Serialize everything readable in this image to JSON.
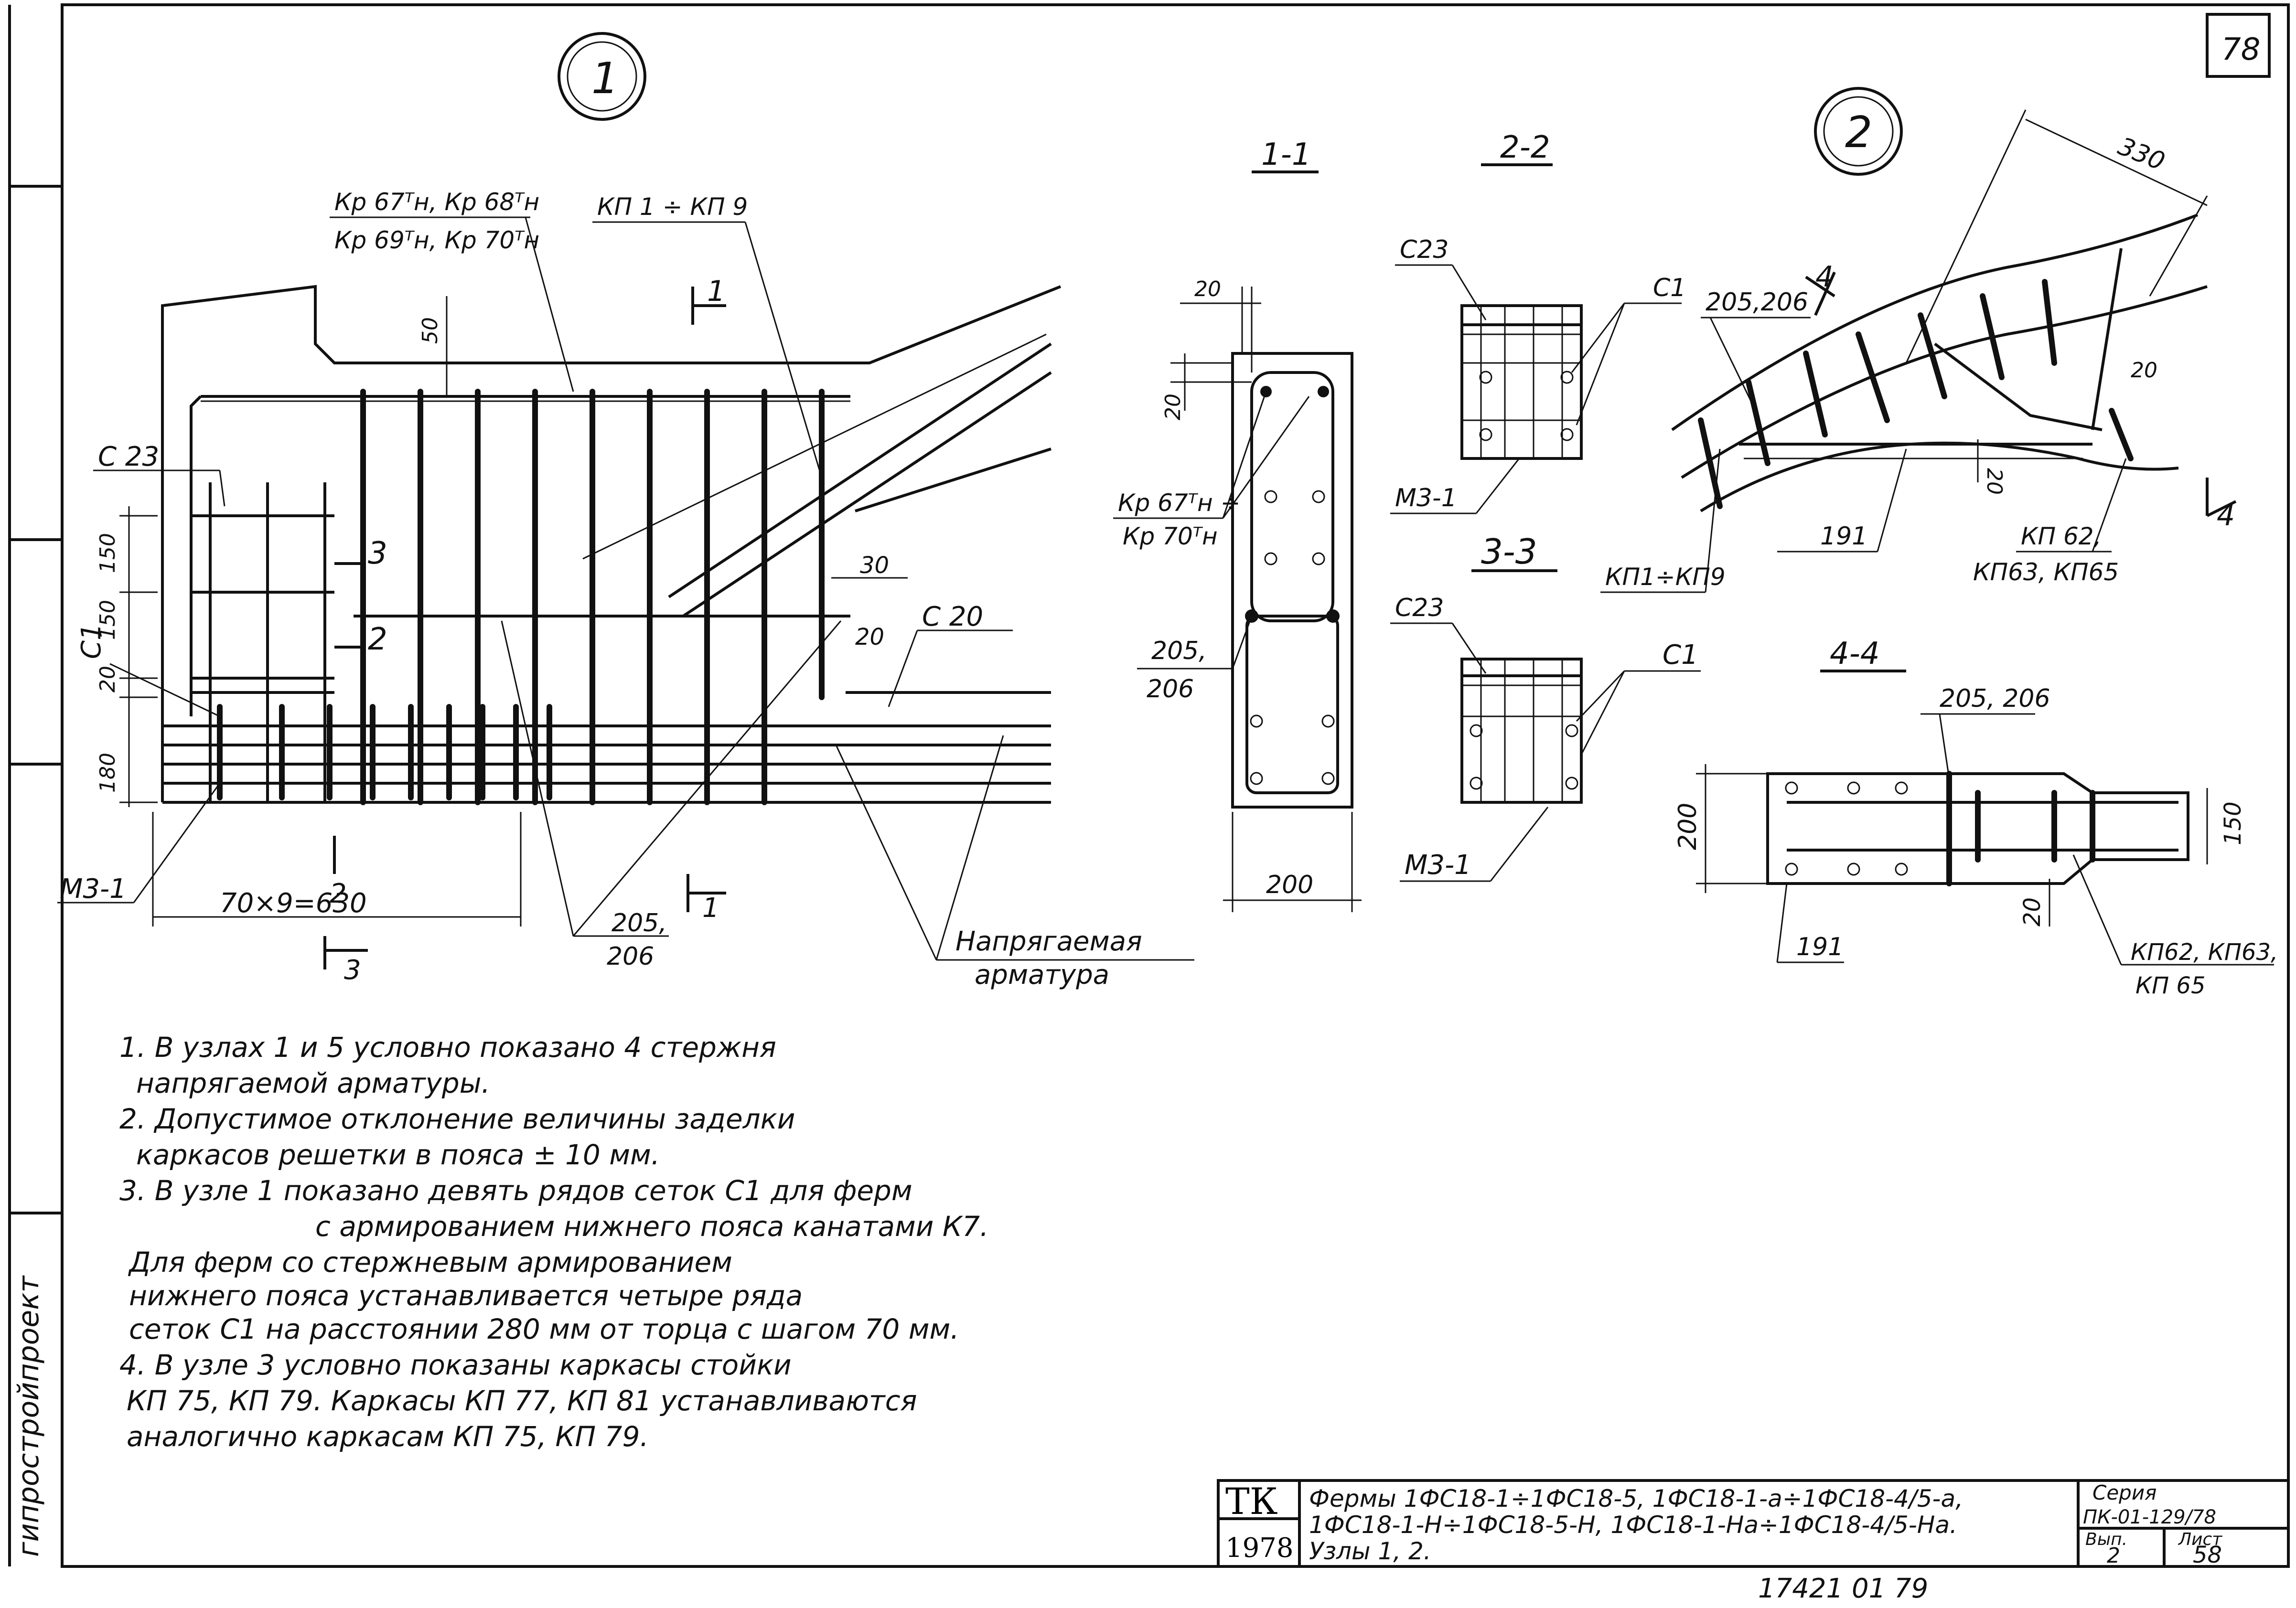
{
  "page_number": "78",
  "side_stamp": "гипростройпроект",
  "node1": {
    "circle_label": "1",
    "leader_kr": "Кр 67ᵀн, Кр 68ᵀн",
    "leader_kr2": "Кр 69ᵀн, Кр 70ᵀн",
    "leader_kp": "КП 1 ÷ КП 9",
    "dim_50": "50",
    "section_mark_1": "1",
    "c23": "С 23",
    "dim_150a": "150",
    "dim_150b": "150",
    "dim_20": "20",
    "dim_180": "180",
    "c1": "С1",
    "mark_3": "3",
    "mark_2": "2",
    "dim_30": "30",
    "c20": "С 20",
    "dim_20b": "20",
    "m3": "М3-1",
    "dim_70x9": "70×9=630",
    "cut_2": "2",
    "cut_3": "3",
    "cut_1": "1",
    "rod_205": "205,",
    "rod_206": "206",
    "prestress_1": "Напрягаемая",
    "prestress_2": "арматура"
  },
  "section_1_1": {
    "title": "1-1",
    "dim_20a": "20",
    "dim_20b": "20",
    "kr_a": "Кр 67ᵀн ÷",
    "kr_b": "Кр 70ᵀн",
    "rod_a": "205,",
    "rod_b": "206",
    "dim_200": "200"
  },
  "section_2_2": {
    "title": "2-2",
    "c23": "С23",
    "c1": "С1",
    "m3": "М3-1"
  },
  "section_3_3": {
    "title": "3-3",
    "c23": "С23",
    "c1": "С1",
    "m3": "М3-1"
  },
  "node2": {
    "circle_label": "2",
    "dim_330": "330",
    "rod": "205,206",
    "cut_4a": "4",
    "cut_4b": "4",
    "dim_20a": "20",
    "dim_20b": "20",
    "kp": "КП1÷КП9",
    "n191": "191",
    "kp62_a": "КП 62,",
    "kp62_b": "КП63, КП65"
  },
  "section_4_4": {
    "title": "4-4",
    "rod": "205, 206",
    "dim_200": "200",
    "dim_150": "150",
    "dim_20": "20",
    "n191": "191",
    "kp_a": "КП62, КП63,",
    "kp_b": "КП 65"
  },
  "notes": [
    "1. В узлах 1 и 5 условно показано 4 стержня",
    "напрягаемой арматуры.",
    "2. Допустимое отклонение величины заделки",
    "каркасов решетки в пояса ± 10 мм.",
    "3. В узле 1 показано девять рядов сеток С1 для ферм",
    "с армированием нижнего пояса канатами К7.",
    "Для ферм со стержневым армированием",
    "нижнего пояса устанавливается четыре ряда",
    "сеток С1 на расстоянии 280 мм от торца с шагом 70 мм.",
    "4. В узле 3 условно показаны каркасы стойки",
    "КП 75, КП 79. Каркасы КП 77, КП 81 устанавливаются",
    "аналогично каркасам КП 75, КП 79."
  ],
  "title_block": {
    "org": "ТК",
    "year": "1978",
    "desc_line1": "Фермы 1ФС18-1÷1ФС18-5, 1ФС18-1-а÷1ФС18-4/5-а,",
    "desc_line2": "1ФС18-1-Н÷1ФС18-5-Н, 1ФС18-1-На÷1ФС18-4/5-На.",
    "desc_line3": "Узлы 1, 2.",
    "series_label": "Серия",
    "series_value": "ПК-01-129/78",
    "issue_label": "Вып.",
    "issue_value": "2",
    "sheet_label": "Лист",
    "sheet_value": "58"
  },
  "bottom_code": "17421  01     79"
}
